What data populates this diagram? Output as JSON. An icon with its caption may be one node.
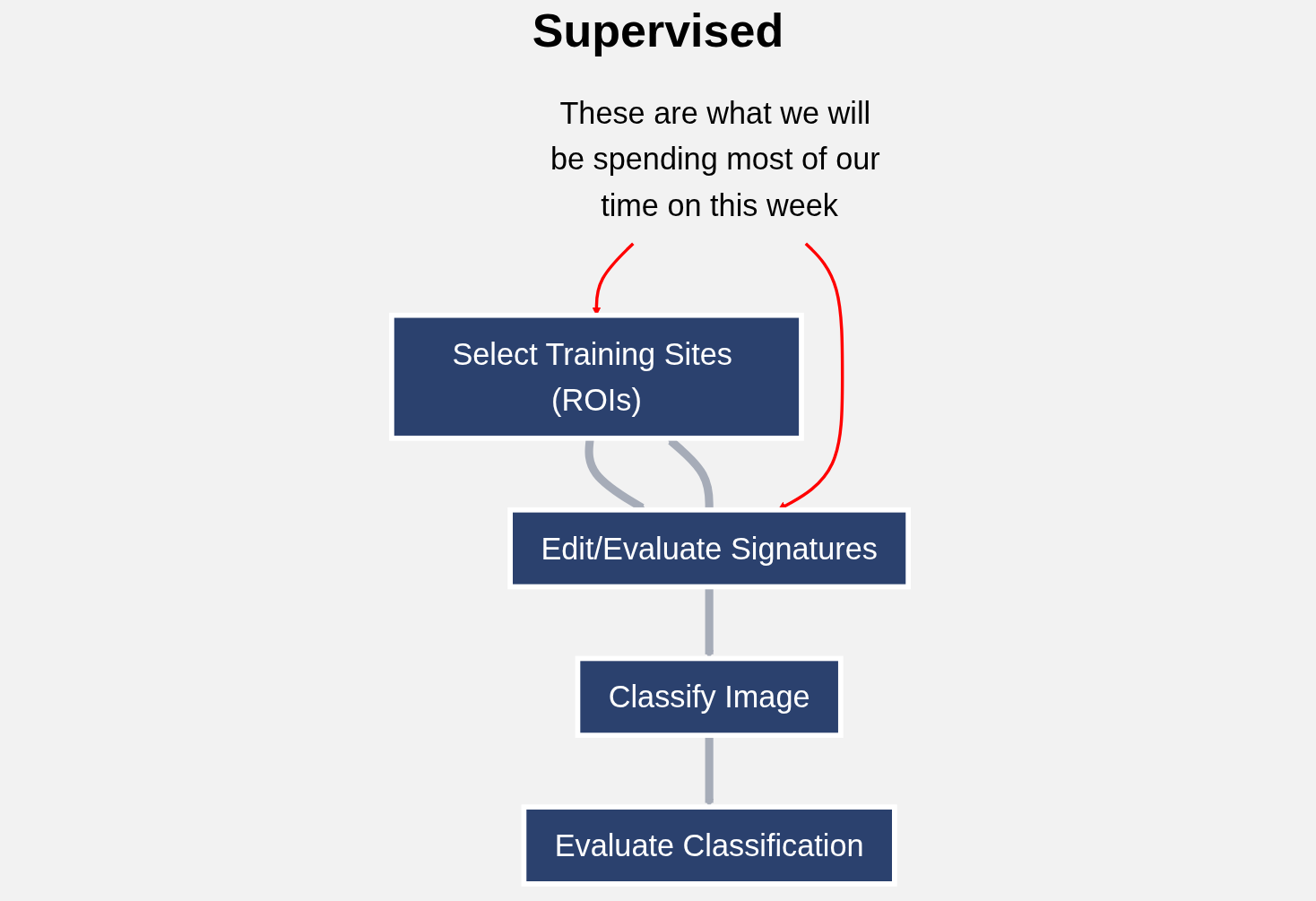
{
  "diagram": {
    "title": "Supervised",
    "nodes": [
      {
        "text": [
          "Select Training Sites (ROIs)"
        ]
      },
      {
        "text": [
          "Edit/Evaluate Signatures"
        ]
      },
      {
        "text": [
          "Classify Image"
        ]
      },
      {
        "text": [
          "Evaluate Classification"
        ]
      },
      {
        "text": [
          "These are what we will be spending most of our time on this week"
        ]
      }
    ],
    "edges": [
      {
        "from": 0,
        "to": 1,
        "arrow": "to"
      },
      {
        "from": 1,
        "to": 2,
        "arrow": "to"
      },
      {
        "from": 2,
        "to": 3,
        "arrow": "to"
      },
      {
        "from": 1,
        "to": 0,
        "arrow": "to"
      },
      {
        "from": 4,
        "to": 0,
        "arrow": "to",
        "color": "#ff0000"
      },
      {
        "from": 4,
        "to": 1,
        "arrow": "to",
        "color": "#ff0000"
      }
    ]
  }
}
